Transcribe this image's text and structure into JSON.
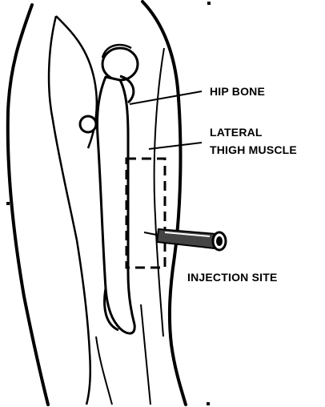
{
  "labels": {
    "hip_bone": "HIP BONE",
    "lateral_thigh_muscle_line1": "LATERAL",
    "lateral_thigh_muscle_line2": "THIGH MUSCLE",
    "injection_site": "INJECTION SITE"
  },
  "colors": {
    "ink": "#000000",
    "background": "#ffffff"
  }
}
